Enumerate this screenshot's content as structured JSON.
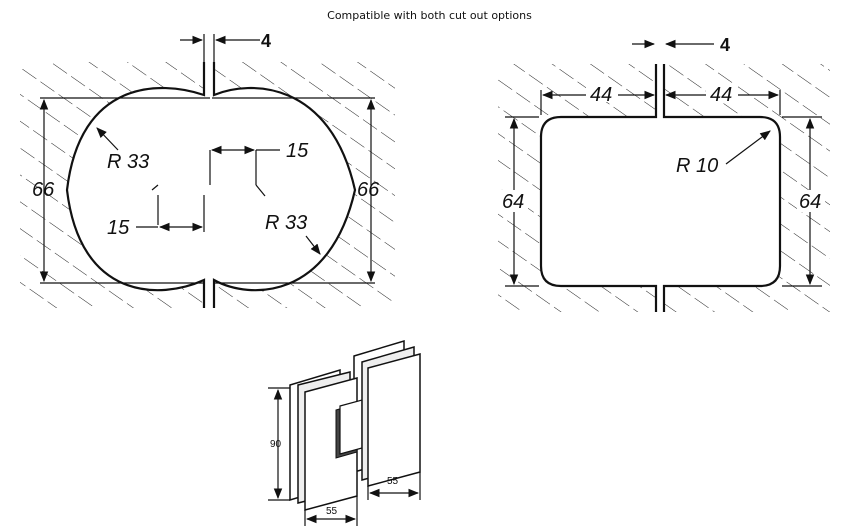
{
  "header": {
    "caption": "Compatible with both cut out options"
  },
  "left_cutout": {
    "gap": "4",
    "height_left": "66",
    "height_right": "66",
    "radius_top": "R 33",
    "radius_bottom": "R 33",
    "offset_top": "15",
    "offset_bottom": "15"
  },
  "right_cutout": {
    "gap": "4",
    "width_left": "44",
    "width_right": "44",
    "height_left": "64",
    "height_right": "64",
    "corner_radius": "R 10"
  },
  "hinge": {
    "height": "90",
    "width_left": "55",
    "width_right": "55"
  }
}
